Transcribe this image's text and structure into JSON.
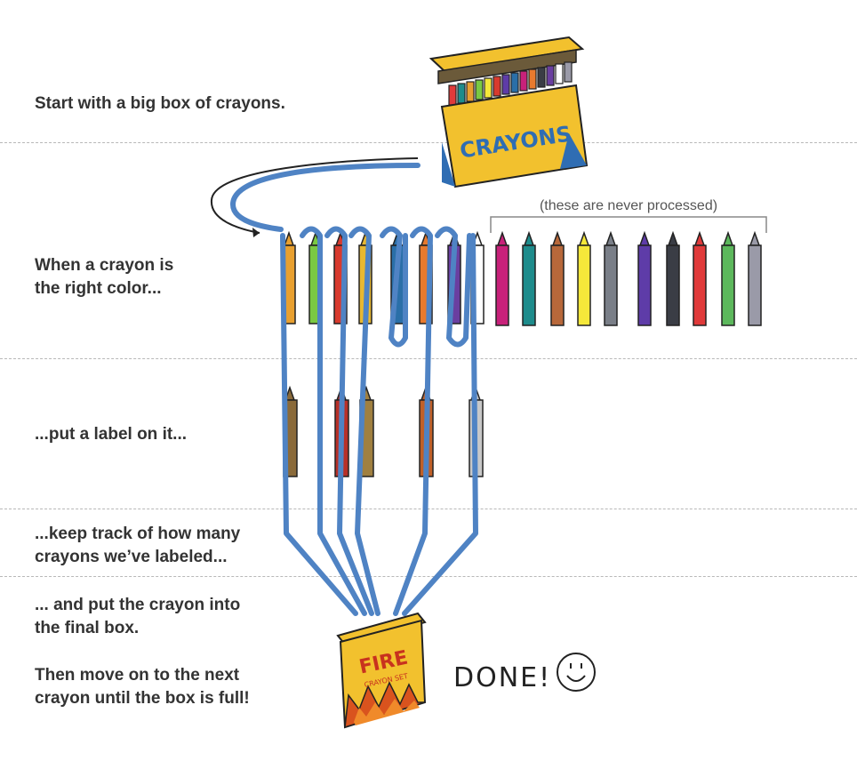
{
  "steps": {
    "s1": "Start with a big box of crayons.",
    "s2_l1": "When a crayon is",
    "s2_l2": "the right color...",
    "s3": "...put a label on it...",
    "s4_l1": "...keep track of how many",
    "s4_l2": "crayons we’ve labeled...",
    "s5_l1": "... and put the crayon into",
    "s5_l2": "the final box.",
    "s6_l1": "Then move on to the next",
    "s6_l2": "crayon until the box is full!"
  },
  "source_box": {
    "label": "CRAYONS",
    "color": "#f2c12e",
    "accent": "#2f6db3"
  },
  "final_box": {
    "title": "FIRE",
    "subtitle": "CRAYON SET",
    "color": "#f2c12e"
  },
  "never_processed_note": "(these are never processed)",
  "done_text": "DONE!",
  "crayon_colors": {
    "row": [
      "#e8a030",
      "#7ac943",
      "#d83a2e",
      "#e8b830",
      "#2a6fa8",
      "#e87a2e",
      "#6a3fa0",
      "#ffffff",
      "#c8217a",
      "#1e8c8c",
      "#b8683a",
      "#f5e83a",
      "#7a7f88",
      "#5e3ca8",
      "#3a3d45",
      "#e03a3a",
      "#5cb85c",
      "#9a9aa8"
    ],
    "labeled": [
      "#8a6a3a",
      "#b83028",
      "#a08040",
      "#c06028",
      "#c8c8c8"
    ],
    "path": "#4f83c4"
  }
}
